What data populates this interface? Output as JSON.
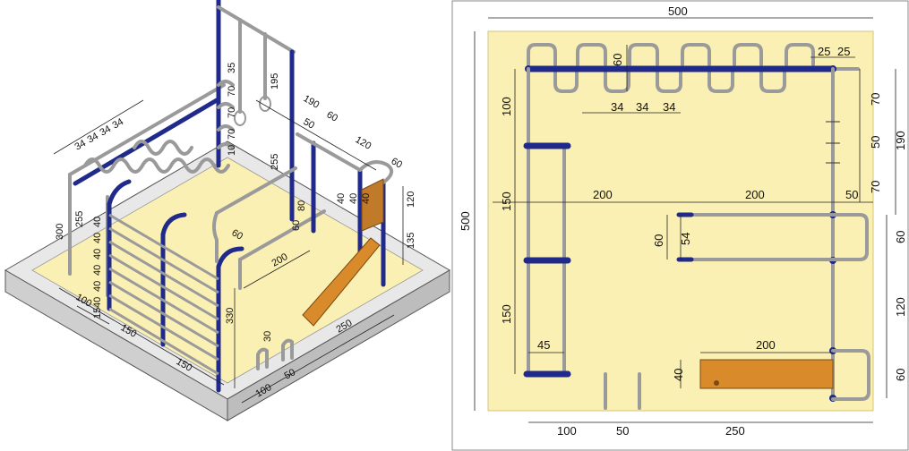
{
  "iso": {
    "dims": [
      "34",
      "34",
      "34",
      "34",
      "35",
      "70",
      "70",
      "70",
      "10",
      "195",
      "190",
      "60",
      "50",
      "120",
      "60",
      "80",
      "255",
      "40",
      "40",
      "40",
      "120",
      "135",
      "300",
      "255",
      "40",
      "40",
      "40",
      "40",
      "40",
      "40",
      "15",
      "100",
      "330",
      "60",
      "200",
      "60",
      "30",
      "150",
      "150",
      "250",
      "50",
      "100"
    ]
  },
  "plan": {
    "top_width": "500",
    "left_height": "500",
    "bar_60": "60",
    "ring_25a": "25",
    "ring_25b": "25",
    "ring_34a": "34",
    "ring_34b": "34",
    "ring_34c": "34",
    "left_100": "100",
    "left_150a": "150",
    "left_150b": "150",
    "mid_200a": "200",
    "mid_200b": "200",
    "mid_50": "50",
    "mid_60": "60",
    "mid_54": "54",
    "bench_200": "200",
    "bench_40": "40",
    "ladder_45": "45",
    "bot_100": "100",
    "bot_50": "50",
    "bot_250": "250",
    "right_70a": "70",
    "right_50": "50",
    "right_190": "190",
    "right_70b": "70",
    "right_60a": "60",
    "right_120": "120",
    "right_60b": "60"
  }
}
